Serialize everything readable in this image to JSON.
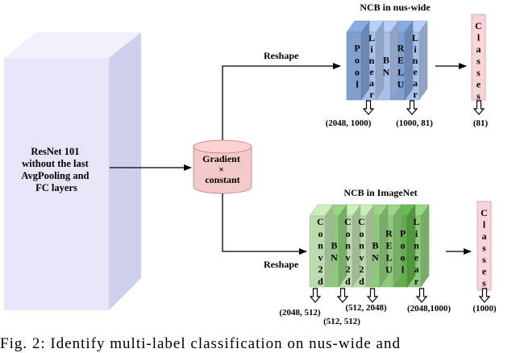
{
  "backbone": {
    "lines": [
      "ResNet 101",
      "without the last",
      "AvgPooling and",
      "FC layers"
    ]
  },
  "gradient_node": {
    "lines": [
      "Gradient",
      "×",
      "constant"
    ]
  },
  "reshape_top": "Reshape",
  "reshape_bottom": "Reshape",
  "ncb_nus": {
    "title": "NCB in nus-wide",
    "layers": [
      {
        "label": "Pool",
        "color": "#7f9fd0"
      },
      {
        "label": "Linear",
        "color": "#a9c1e8"
      },
      {
        "label": "BN",
        "color": "#a9c1e8"
      },
      {
        "label": "RELU",
        "color": "#7f9fd0"
      },
      {
        "label": "Linear",
        "color": "#a9c1e8"
      }
    ],
    "dims": [
      "(2048, 1000)",
      "(1000, 81)"
    ],
    "output": {
      "label": "Classes",
      "dim": "(81)"
    }
  },
  "ncb_imagenet": {
    "title": "NCB in ImageNet",
    "layers": [
      {
        "label": "Conv2d",
        "color": "#bcdcae"
      },
      {
        "label": "BN",
        "color": "#8ec97c"
      },
      {
        "label": "Conv2d",
        "color": "#bcdcae"
      },
      {
        "label": "Conv2d",
        "color": "#bcdcae"
      },
      {
        "label": "BN",
        "color": "#8ec97c"
      },
      {
        "label": "RELU",
        "color": "#8ec97c"
      },
      {
        "label": "Pool",
        "color": "#5fae4b"
      },
      {
        "label": "Linear",
        "color": "#8ec97c"
      }
    ],
    "dims": [
      "(2048, 512)",
      "(512, 512)",
      "(512, 2048)",
      "(2048,1000)"
    ],
    "output": {
      "label": "Classes",
      "dim": "(1000)"
    }
  },
  "caption": "Fig. 2: Identify multi-label classification on nus-wide and",
  "colors": {
    "backbone_front": "#e6e6f8",
    "backbone_side": "#cfcfee",
    "backbone_top": "#f1f1fb",
    "cylinder": "#f4c9c9",
    "classes_box": "#f7d5d8"
  }
}
